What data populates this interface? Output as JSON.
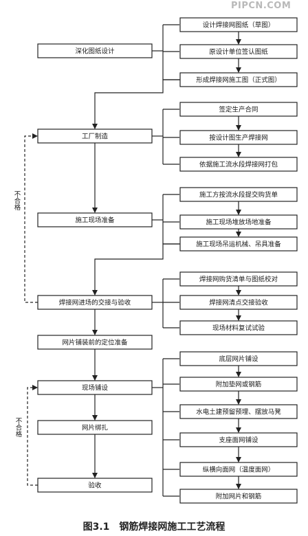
{
  "watermark": "PIPCN.COM",
  "main_steps": [
    {
      "label": "深化图纸设计"
    },
    {
      "label": "工厂制造"
    },
    {
      "label": "施工现场准备"
    },
    {
      "label": "焊接网进场的交接与验收"
    },
    {
      "label": "网片铺装前的定位准备"
    },
    {
      "label": "现场铺设"
    },
    {
      "label": "网片绑扎"
    },
    {
      "label": "验收"
    }
  ],
  "groups": [
    {
      "parent": "深化图纸设计",
      "items": [
        {
          "label": "设计焊接网图纸（草图）"
        },
        {
          "label": "原设计单位签认图纸"
        },
        {
          "label": "形成焊接网施工图（正式图）"
        }
      ]
    },
    {
      "parent": "工厂制造",
      "items": [
        {
          "label": "签定生产合同"
        },
        {
          "label": "按设计图生产焊接网"
        },
        {
          "label": "依据施工流水段焊接网打包"
        }
      ]
    },
    {
      "parent": "施工现场准备",
      "items": [
        {
          "label": "施工方按流水段提交购货单"
        },
        {
          "label": "施工现场堆放场地准备"
        },
        {
          "label": "施工现场吊运机械、吊具准备"
        }
      ]
    },
    {
      "parent": "焊接网进场的交接与验收",
      "items": [
        {
          "label": "焊接网购货清单与图纸校对"
        },
        {
          "label": "焊接网清点交接验收"
        },
        {
          "label": "现场材料复试试验"
        }
      ]
    },
    {
      "parent": "现场铺设",
      "items": [
        {
          "label": "底层网片铺设"
        },
        {
          "label": "附加垫网或钢筋"
        },
        {
          "label": "水电土建预留预埋、摆放马凳"
        },
        {
          "label": "支座面网铺设"
        },
        {
          "label": "纵横向面网（温度面网）"
        },
        {
          "label": "附加网片和钢筋"
        }
      ]
    }
  ],
  "feedback_loops": [
    {
      "label": "不合格"
    },
    {
      "label": "不合格"
    }
  ],
  "caption": "图3.1　钢筋焊接网施工工艺流程"
}
